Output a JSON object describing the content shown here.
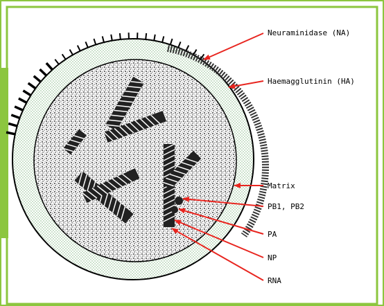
{
  "diagram": {
    "labels": {
      "neuraminidase": "Neuraminidase (NA)",
      "haemagglutinin": "Haemagglutinin (HA)",
      "matrix": "Matrix",
      "pb": "PB1, PB2",
      "pa": "PA",
      "np": "NP",
      "rna": "RNA"
    }
  },
  "colors": {
    "frame_green": "#8cc63f",
    "arrow_red": "#e8251f",
    "envelope_green": "#cfe6cf",
    "ink": "#000000"
  }
}
